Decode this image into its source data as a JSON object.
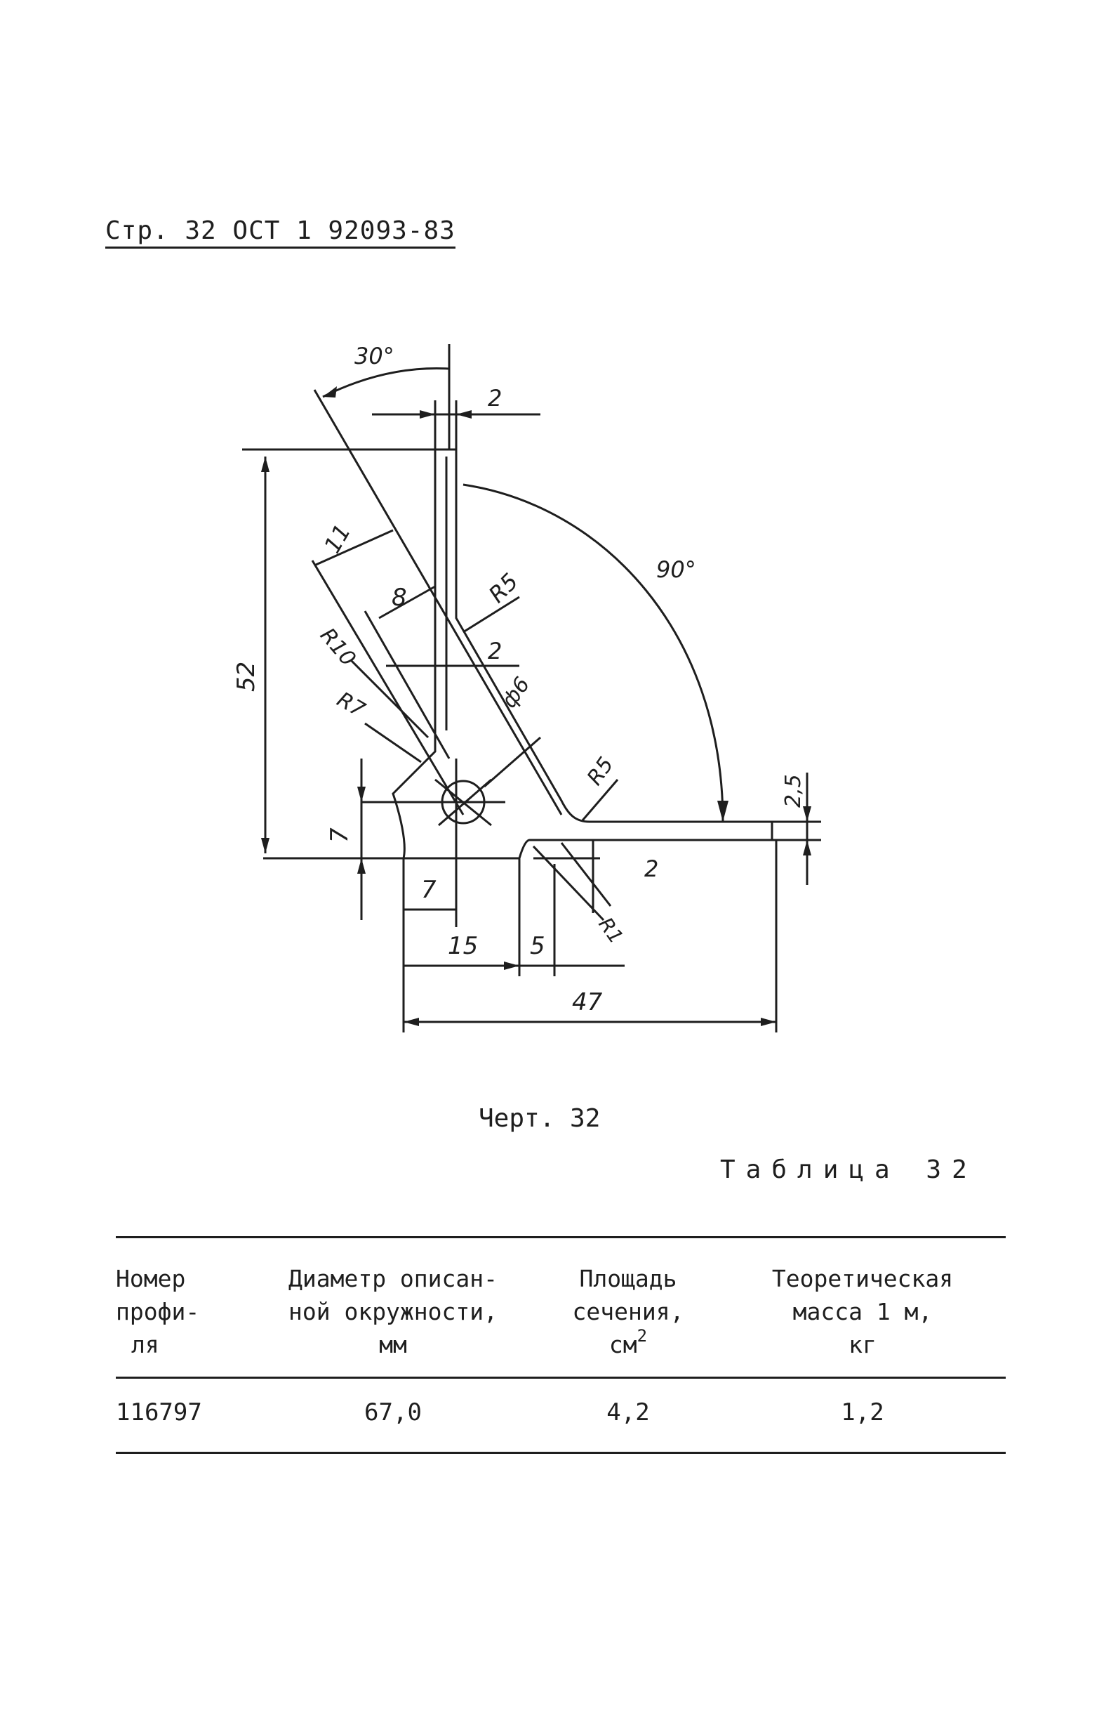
{
  "header": {
    "text": "Стр. 32 ОСТ 1 92093-83"
  },
  "drawing": {
    "labels": {
      "angle_top": "30°",
      "thickness_top": "2",
      "angle_right": "90°",
      "dim_11": "11",
      "dim_8": "8",
      "radius_r5_top": "R5",
      "radius_r10": "R10",
      "dim_2_mid": "2",
      "diameter_6": "ф6",
      "radius_r7": "R7",
      "height_52": "52",
      "radius_r5_bottom": "R5",
      "dim_2_5": "2,5",
      "dim_7_left": "7",
      "dim_2_bottom": "2",
      "radius_r1": "R1",
      "dim_7_bottom": "7",
      "dim_15": "15",
      "dim_5": "5",
      "width_47": "47"
    }
  },
  "caption": "Черт. 32",
  "table_label": "Таблица 32",
  "table": {
    "headers": [
      {
        "lines": [
          "Номер",
          "профи-",
          "ля"
        ]
      },
      {
        "lines": [
          "Диаметр описан-",
          "ной окружности,",
          "мм"
        ]
      },
      {
        "lines": [
          "Площадь",
          "сечения,",
          "см"
        ],
        "sup": "2"
      },
      {
        "lines": [
          "Теоретическая",
          "масса 1 м,",
          "кг"
        ]
      }
    ],
    "rows": [
      [
        "116797",
        "67,0",
        "4,2",
        "1,2"
      ]
    ]
  }
}
